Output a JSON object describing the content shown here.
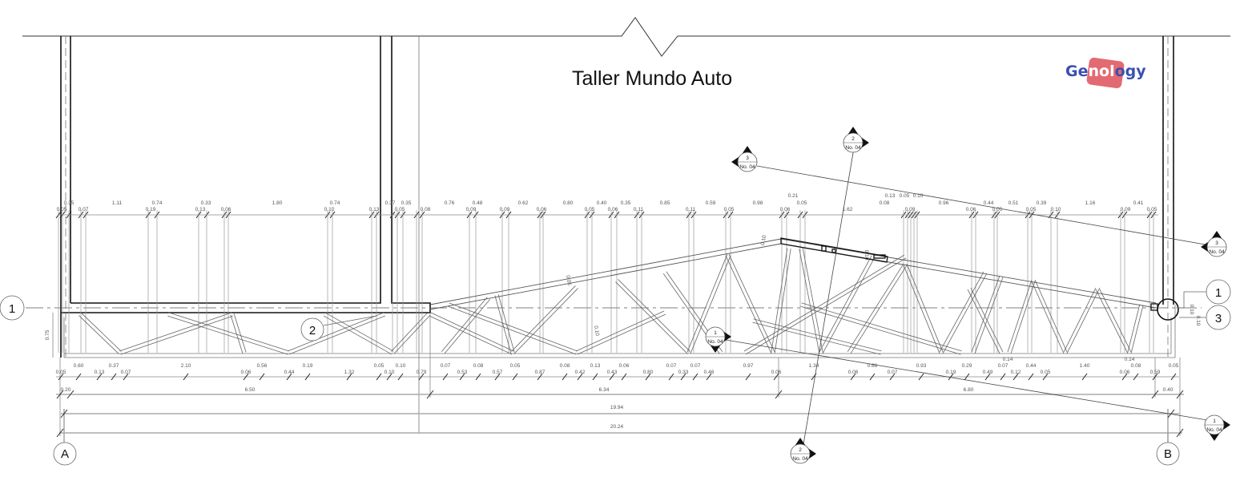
{
  "title": "Taller Mundo Auto",
  "logo": {
    "text": "Genology",
    "brand_blue": "#3b4fb0",
    "brand_red": "#e05a63"
  },
  "grid_lines": {
    "vertical": [
      "A",
      "B"
    ],
    "horizontal_left": [
      "1"
    ],
    "horizontal_right": [
      "1",
      "3"
    ],
    "detail_tag": "2"
  },
  "top_dimensions": [
    "0.05",
    "0.35",
    "0.07",
    "1.11",
    "0.19",
    "0.74",
    "0.13",
    "0.33",
    "0.06",
    "1.80",
    "0.10",
    "0.74",
    "0.13",
    "0.37",
    "0.05",
    "0.35",
    "0.08",
    "0.76",
    "0.09",
    "0.48",
    "0.09",
    "0.62",
    "0.06",
    "0.80",
    "0.05",
    "0.40",
    "0.06",
    "0.35",
    "0.11",
    "0.85",
    "0.11",
    "0.59",
    "0.05",
    "0.98",
    "0.06",
    "0.05",
    "1.62",
    "0.08",
    "0.09",
    "0.96",
    "0.06",
    "0.44",
    "0.05",
    "0.51",
    "0.05",
    "0.39",
    "0.10",
    "1.16",
    "0.09",
    "0.41",
    "0.05"
  ],
  "top_dimensions_raised": [
    "0.21",
    "0.13",
    "0.05",
    "0.10"
  ],
  "bottom_dimensions": [
    "0.05",
    "0.60",
    "0.13",
    "0.37",
    "0.07",
    "2.10",
    "0.06",
    "0.56",
    "0.44",
    "0.19",
    "1.32",
    "0.05",
    "0.10",
    "0.10",
    "0.79",
    "0.07",
    "0.53",
    "0.08",
    "0.57",
    "0.05",
    "0.87",
    "0.08",
    "0.42",
    "0.13",
    "0.43",
    "0.06",
    "0.80",
    "0.07",
    "0.33",
    "0.07",
    "0.46",
    "0.97",
    "0.06",
    "1.34",
    "0.06",
    "0.66",
    "0.07",
    "0.93",
    "0.19",
    "0.29",
    "0.49",
    "0.07",
    "0.12",
    "0.44",
    "0.05",
    "1.40",
    "0.06",
    "0.08",
    "0.59",
    "0.05"
  ],
  "bottom_dimensions_raised": [
    "0.14",
    "0.14"
  ],
  "segment_dimensions": [
    "0.20",
    "6.50",
    "6.34",
    "6.80",
    "0.40"
  ],
  "overall_dimensions": [
    "19.94",
    "20.24"
  ],
  "side_dimension": "0.75",
  "truss_dimensions": [
    "0.10",
    "0.05",
    "0.10",
    "0.10"
  ],
  "right_small_dimensions": [
    "0.10",
    "0.10"
  ],
  "section_markers": [
    {
      "number": "3",
      "sheet": "No. 04"
    },
    {
      "number": "2",
      "sheet": "No. 04"
    },
    {
      "number": "3",
      "sheet": "No. 04"
    },
    {
      "number": "1",
      "sheet": "No. 04"
    },
    {
      "number": "1",
      "sheet": "No. 04"
    },
    {
      "number": "2",
      "sheet": "No. 04"
    }
  ]
}
